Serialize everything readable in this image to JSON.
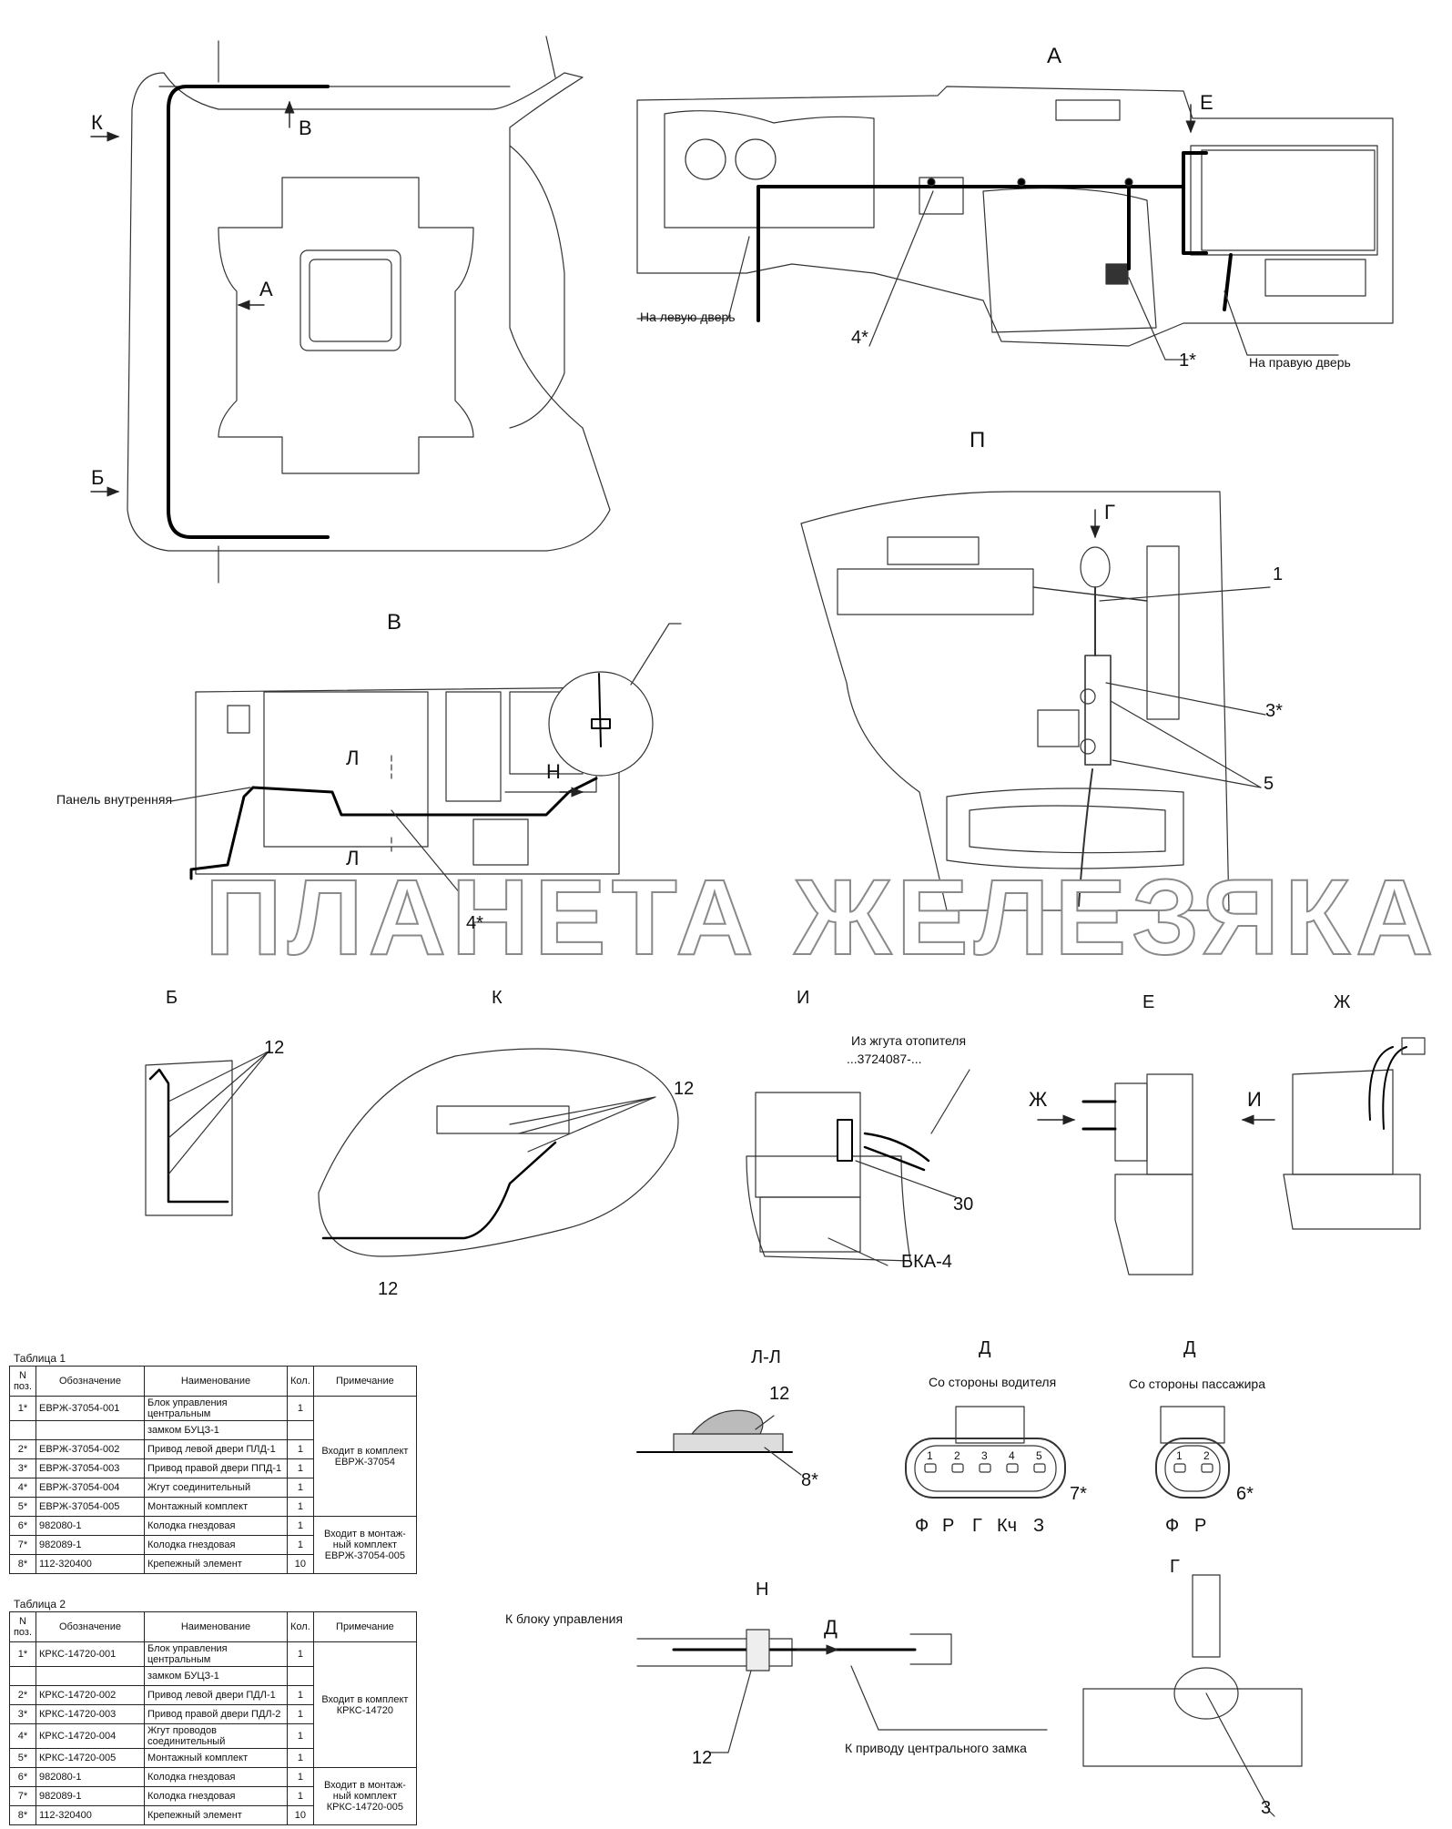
{
  "views": {
    "A": "А",
    "P": "П",
    "V": "В",
    "B": "Б",
    "K": "К",
    "I": "И",
    "E": "Е",
    "Zh": "Ж",
    "LL": "Л-Л",
    "D": "Д",
    "N": "Н",
    "G": "Г"
  },
  "arrows": {
    "K": "К",
    "V": "В",
    "A": "А",
    "B": "Б",
    "E": "Е",
    "G": "Г",
    "L": "Л",
    "N": "Н",
    "Zh": "Ж",
    "I": "И",
    "D": "Д"
  },
  "callouts": {
    "left_door": "На левую дверь",
    "right_door": "На правую дверь",
    "inner_panel": "Панель внутренняя",
    "heater_harness": "Из жгута отопителя",
    "heater_code": "...3724087-...",
    "bka": "БКА-4",
    "to_control_unit": "К блоку управления",
    "to_lock_drive": "К приводу центрального замка",
    "driver_side": "Со стороны водителя",
    "passenger_side": "Со стороны пассажира"
  },
  "numbers": {
    "n1": "1",
    "n1s": "1*",
    "n3": "3",
    "n3s": "3*",
    "n4s": "4*",
    "n5": "5",
    "n6s": "6*",
    "n7s": "7*",
    "n8s": "8*",
    "n12": "12",
    "n30": "30"
  },
  "pins_driver": {
    "nums": [
      "1",
      "2",
      "3",
      "4",
      "5"
    ],
    "names": [
      "Ф",
      "Р",
      "Г",
      "Кч",
      "З"
    ]
  },
  "pins_passenger": {
    "nums": [
      "1",
      "2"
    ],
    "names": [
      "Ф",
      "Р"
    ]
  },
  "watermark": "ПЛАНЕТА ЖЕЛЕЗЯКА",
  "table1": {
    "caption": "Таблица 1",
    "headers": {
      "n": "N поз.",
      "code": "Обозначение",
      "name": "Наименование",
      "qty": "Кол.",
      "note": "Примечание"
    },
    "rows": [
      {
        "n": "1*",
        "code": "ЕВРЖ-37054-001",
        "name": "Блок управления центральным",
        "qty": "1"
      },
      {
        "n": "",
        "code": "",
        "name": "замком БУЦЗ-1",
        "qty": ""
      },
      {
        "n": "2*",
        "code": "ЕВРЖ-37054-002",
        "name": "Привод левой двери ПЛД-1",
        "qty": "1"
      },
      {
        "n": "3*",
        "code": "ЕВРЖ-37054-003",
        "name": "Привод правой двери ППД-1",
        "qty": "1"
      },
      {
        "n": "4*",
        "code": "ЕВРЖ-37054-004",
        "name": "Жгут соединительный",
        "qty": "1"
      },
      {
        "n": "5*",
        "code": "ЕВРЖ-37054-005",
        "name": "Монтажный комплект",
        "qty": "1"
      },
      {
        "n": "6*",
        "code": "982080-1",
        "name": "Колодка гнездовая",
        "qty": "1"
      },
      {
        "n": "7*",
        "code": "982089-1",
        "name": "Колодка гнездовая",
        "qty": "1"
      },
      {
        "n": "8*",
        "code": "112-320400",
        "name": "Крепежный элемент",
        "qty": "10"
      }
    ],
    "note1": "Входит в комплект ЕВРЖ-37054",
    "note2": "Входит в монтаж-ный комплект ЕВРЖ-37054-005"
  },
  "table2": {
    "caption": "Таблица 2",
    "headers": {
      "n": "N поз.",
      "code": "Обозначение",
      "name": "Наименование",
      "qty": "Кол.",
      "note": "Примечание"
    },
    "rows": [
      {
        "n": "1*",
        "code": "КРКС-14720-001",
        "name": "Блок управления центральным",
        "qty": "1"
      },
      {
        "n": "",
        "code": "",
        "name": "замком БУЦЗ-1",
        "qty": ""
      },
      {
        "n": "2*",
        "code": "КРКС-14720-002",
        "name": "Привод левой двери ПДЛ-1",
        "qty": "1"
      },
      {
        "n": "3*",
        "code": "КРКС-14720-003",
        "name": "Привод правой двери ПДЛ-2",
        "qty": "1"
      },
      {
        "n": "4*",
        "code": "КРКС-14720-004",
        "name": "Жгут проводов соединительный",
        "qty": "1"
      },
      {
        "n": "5*",
        "code": "КРКС-14720-005",
        "name": "Монтажный комплект",
        "qty": "1"
      },
      {
        "n": "6*",
        "code": "982080-1",
        "name": "Колодка гнездовая",
        "qty": "1"
      },
      {
        "n": "7*",
        "code": "982089-1",
        "name": "Колодка гнездовая",
        "qty": "1"
      },
      {
        "n": "8*",
        "code": "112-320400",
        "name": "Крепежный элемент",
        "qty": "10"
      }
    ],
    "note1": "Входит в комплект КРКС-14720",
    "note2": "Входит в монтаж-ный комплект КРКС-14720-005"
  }
}
